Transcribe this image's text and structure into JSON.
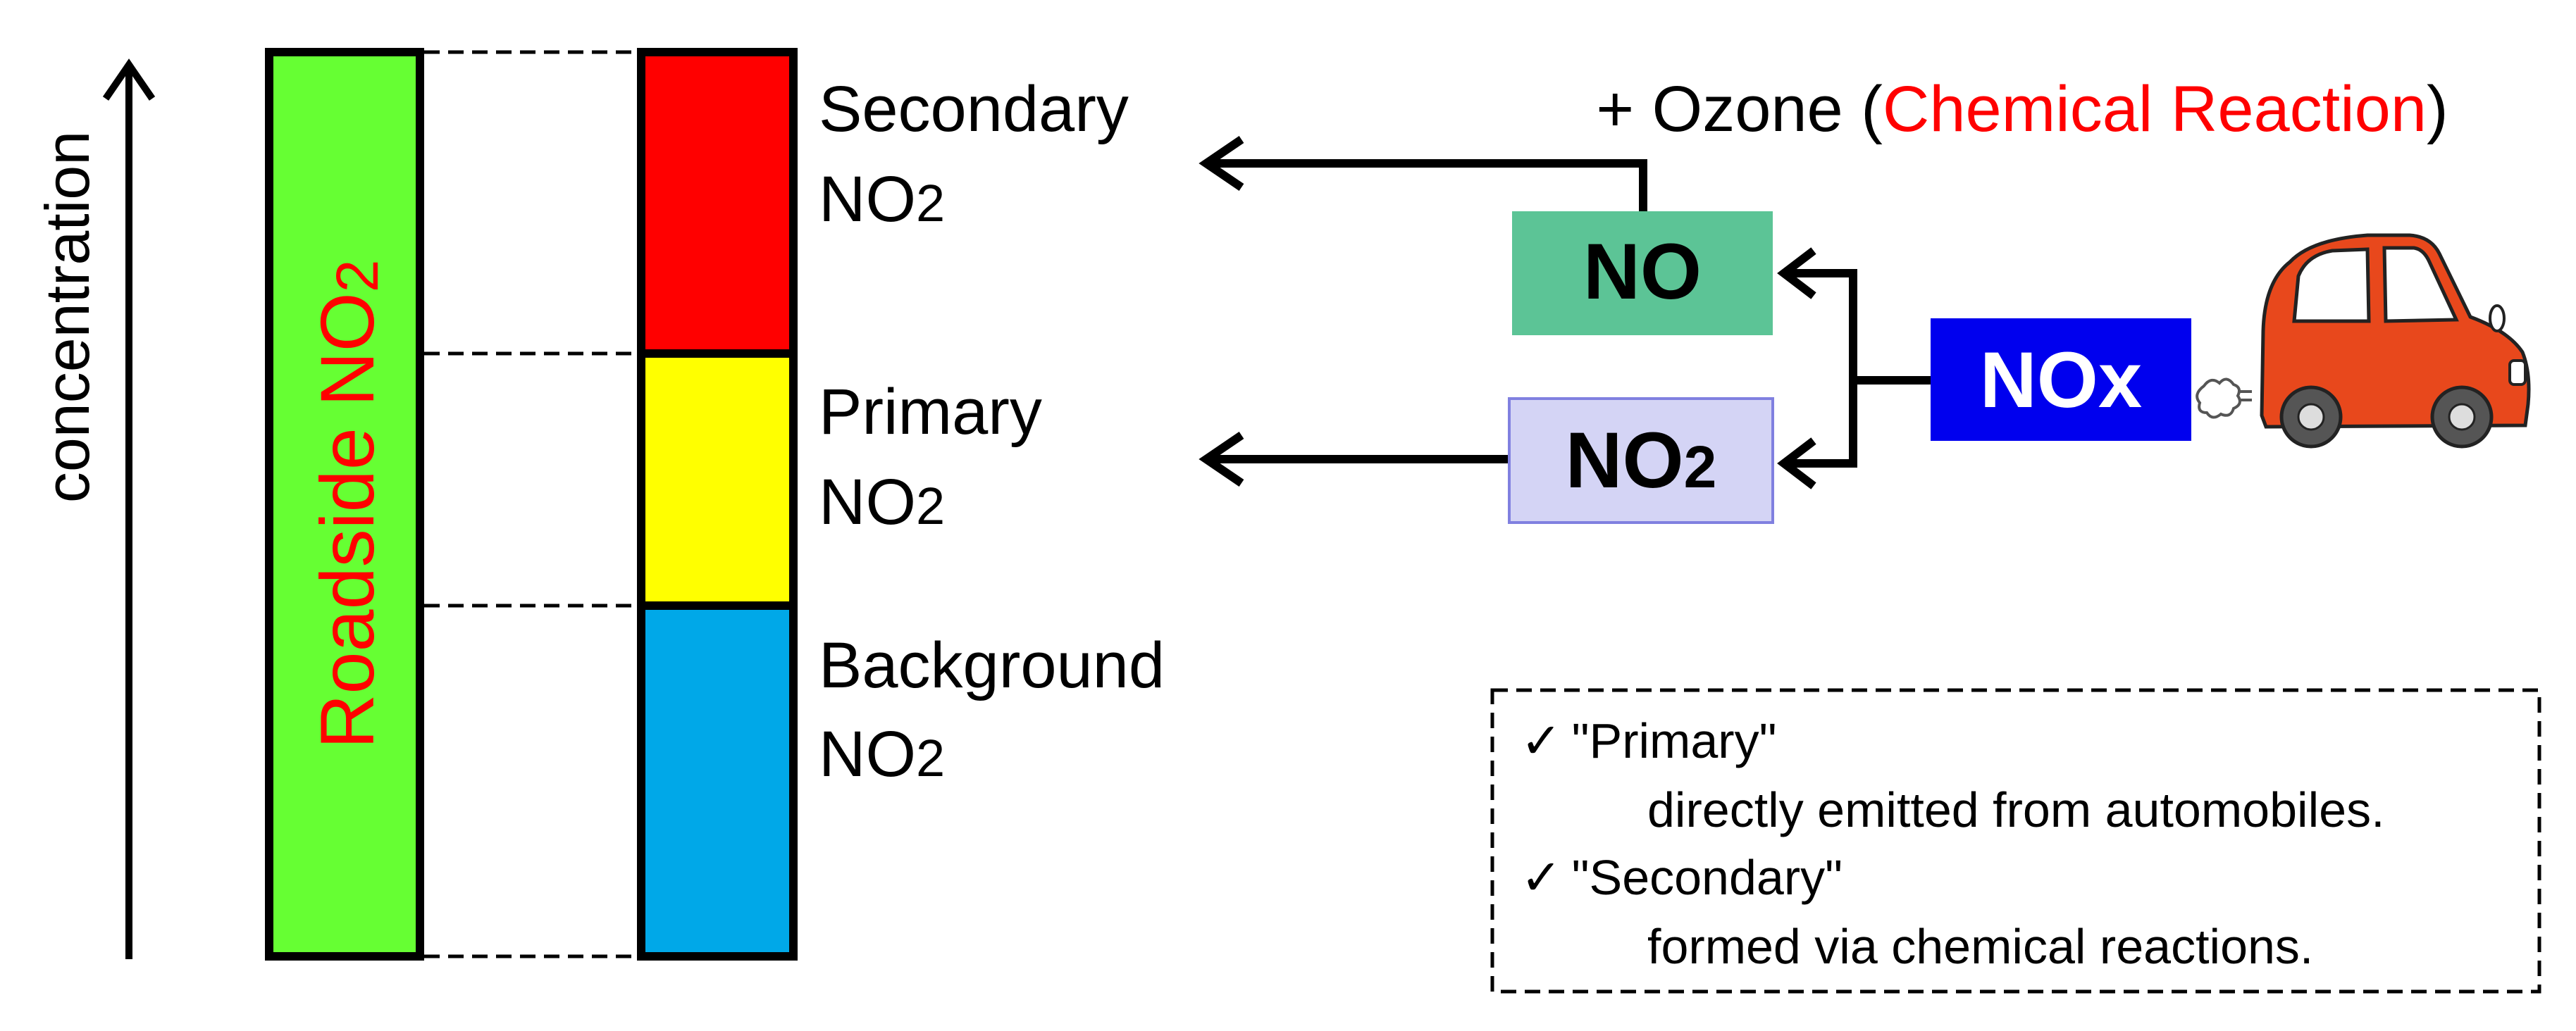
{
  "axis": {
    "label": "concentration"
  },
  "roadside_bar": {
    "label_main": "Roadside NO",
    "label_sub": "2",
    "fill": "#66ff33",
    "text_color": "#ff0000"
  },
  "stack": {
    "segments": [
      {
        "key": "secondary",
        "label_line1": "Secondary",
        "label_line2_main": "NO",
        "label_line2_sub": "2",
        "fill": "#ff0000"
      },
      {
        "key": "primary",
        "label_line1": "Primary",
        "label_line2_main": "NO",
        "label_line2_sub": "2",
        "fill": "#ffff00"
      },
      {
        "key": "background",
        "label_line1": "Background",
        "label_line2_main": "NO",
        "label_line2_sub": "2",
        "fill": "#00a8e8"
      }
    ]
  },
  "reaction": {
    "prefix": "+ Ozone (",
    "highlight": "Chemical Reaction",
    "suffix": ")",
    "highlight_color": "#ff0000"
  },
  "boxes": {
    "no": {
      "label": "NO",
      "fill": "#5cc496"
    },
    "no2": {
      "label_main": "NO",
      "label_sub": "2",
      "fill": "#d4d4f5",
      "stroke": "#8080e0"
    },
    "nox": {
      "label": "NOx",
      "fill": "#0000ee",
      "text_color": "#ffffff"
    }
  },
  "car": {
    "body_color": "#e8481c",
    "icon": "car-icon",
    "exhaust_icon": "exhaust-puff-icon"
  },
  "legend": {
    "items": [
      {
        "check": "✓",
        "term": "\"Primary\"",
        "definition": "directly emitted from automobiles."
      },
      {
        "check": "✓",
        "term": "\"Secondary\"",
        "definition": "formed via chemical reactions."
      }
    ]
  }
}
